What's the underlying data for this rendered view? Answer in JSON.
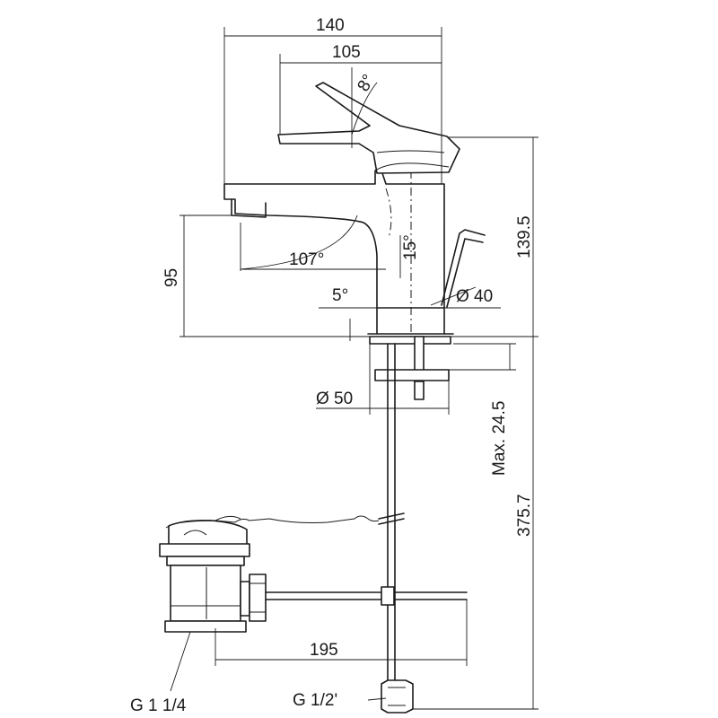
{
  "dimensions": {
    "overall_width": "140",
    "spout_reach": "105",
    "lever_angle": "8°",
    "spout_angle": "107°",
    "body_tilt": "15°",
    "base_angle": "5°",
    "body_diameter": "Ø 40",
    "spout_height": "95",
    "total_height": "139.5",
    "flange_diameter": "Ø 50",
    "max_deck_thickness": "Max. 24.5",
    "pipe_length": "375.7",
    "pop_up_rod_length": "195"
  },
  "threads": {
    "waste": "G 1 1/4",
    "supply": "G 1/2'"
  }
}
